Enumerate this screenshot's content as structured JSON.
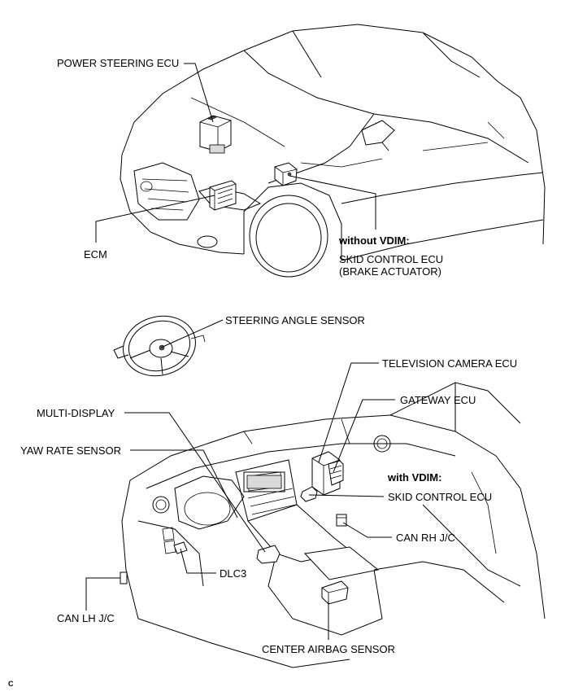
{
  "labels": {
    "power_steering_ecu": "POWER STEERING ECU",
    "ecm": "ECM",
    "without_vdim": "without VDIM:",
    "skid_control_ecu_brake_line1": "SKID CONTROL ECU",
    "skid_control_ecu_brake_line2": "(BRAKE ACTUATOR)",
    "steering_angle_sensor": "STEERING ANGLE SENSOR",
    "television_camera_ecu": "TELEVISION CAMERA ECU",
    "gateway_ecu": "GATEWAY ECU",
    "multi_display": "MULTI-DISPLAY",
    "yaw_rate_sensor": "YAW RATE SENSOR",
    "with_vdim": "with VDIM:",
    "skid_control_ecu": "SKID CONTROL ECU",
    "can_rh_jc": "CAN RH J/C",
    "dlc3": "DLC3",
    "can_lh_jc": "CAN LH J/C",
    "center_airbag_sensor": "CENTER AIRBAG SENSOR"
  },
  "corner_code": "C"
}
